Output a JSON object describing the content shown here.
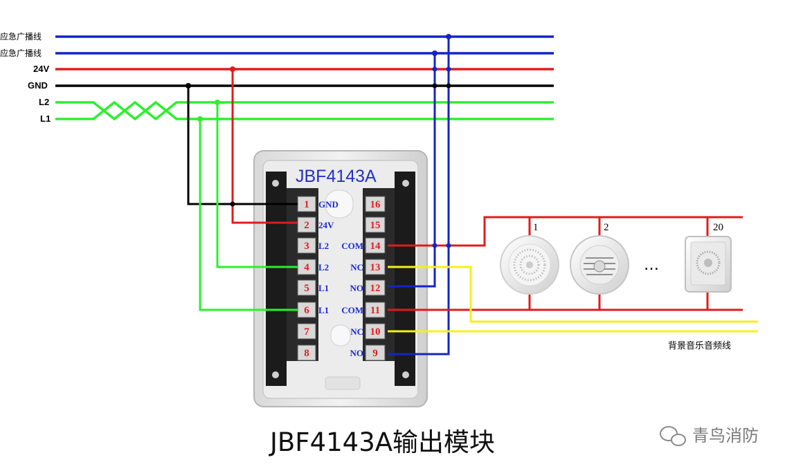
{
  "bus_labels": {
    "emergency_1": "应急广播线",
    "emergency_2": "应急广播线",
    "v24": "24V",
    "gnd": "GND",
    "l2": "L2",
    "l1": "L1"
  },
  "module": {
    "model": "JBF4143A",
    "left_terminals": [
      {
        "num": "1",
        "label": "GND"
      },
      {
        "num": "2",
        "label": "24V"
      },
      {
        "num": "3",
        "label": "L2"
      },
      {
        "num": "4",
        "label": "L2"
      },
      {
        "num": "5",
        "label": "L1"
      },
      {
        "num": "6",
        "label": "L1"
      },
      {
        "num": "7",
        "label": ""
      },
      {
        "num": "8",
        "label": ""
      }
    ],
    "right_terminals": [
      {
        "num": "16",
        "label": ""
      },
      {
        "num": "15",
        "label": ""
      },
      {
        "num": "14",
        "label": "COM"
      },
      {
        "num": "13",
        "label": "NC"
      },
      {
        "num": "12",
        "label": "NO"
      },
      {
        "num": "11",
        "label": "COM"
      },
      {
        "num": "10",
        "label": "NC"
      },
      {
        "num": "9",
        "label": "NO"
      }
    ]
  },
  "speakers": {
    "first": "1",
    "second": "2",
    "ellipsis": "…",
    "last": "20"
  },
  "bgm_label": "背景音乐音频线",
  "caption": "JBF4143A输出模块",
  "watermark": "青鸟消防",
  "colors": {
    "emergency_wire": "#1424c8",
    "power_wire": "#e01b1b",
    "ground_wire": "#000000",
    "signal_wire": "#2cf02c",
    "audio_wire": "#f5f01a",
    "terminal_number": "#e51c1c",
    "terminal_label": "#1a2bd8"
  }
}
